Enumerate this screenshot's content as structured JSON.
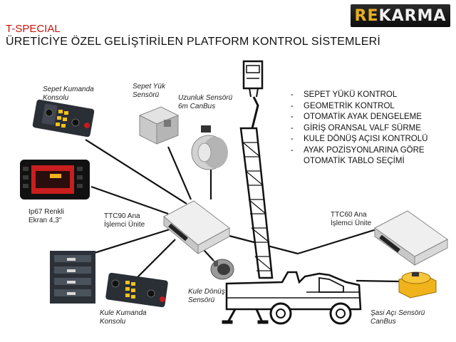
{
  "logo": {
    "part1": "RE",
    "part2": "KARMA"
  },
  "header": {
    "subtitle": "T-SPECIAL",
    "title": "ÜRETİCİYE ÖZEL GELİŞTİRİLEN PLATFORM KONTROL SİSTEMLERİ"
  },
  "features": [
    "SEPET YÜKÜ KONTROL",
    "GEOMETRİK KONTROL",
    "OTOMATİK AYAK DENGELEME",
    "GİRİŞ ORANSAL VALF SÜRME",
    "KULE DÖNÜŞ AÇISI KONTROLÜ",
    "AYAK POZİSYONLARINA GÖRE OTOMATİK TABLO SEÇİMİ"
  ],
  "components": {
    "basket_control_panel": {
      "line1": "Sepet Kumanda",
      "line2": "Konsolu"
    },
    "basket_load_sensor": {
      "line1": "Sepet Yük",
      "line2": "Sensörü"
    },
    "length_sensor": {
      "line1": "Uzunluk Sensörü",
      "line2": "6m CanBus"
    },
    "display": {
      "line1": "Ip67 Renkli",
      "line2": "Ekran 4,3''"
    },
    "ttc90": {
      "line1": "TTC90 Ana",
      "line2": "İşlemci Ünite"
    },
    "ttc60": {
      "line1": "TTC60 Ana",
      "line2": "İşlemci Ünite"
    },
    "tower_rotation_sensor": {
      "line1": "Kule Dönüş",
      "line2": "Sensörü"
    },
    "tower_control_panel": {
      "line1": "Kule Kumanda",
      "line2": "Konsolu"
    },
    "chassis_angle_sensor": {
      "line1": "Şasi Açı Sensörü",
      "line2": "CanBus"
    }
  }
}
